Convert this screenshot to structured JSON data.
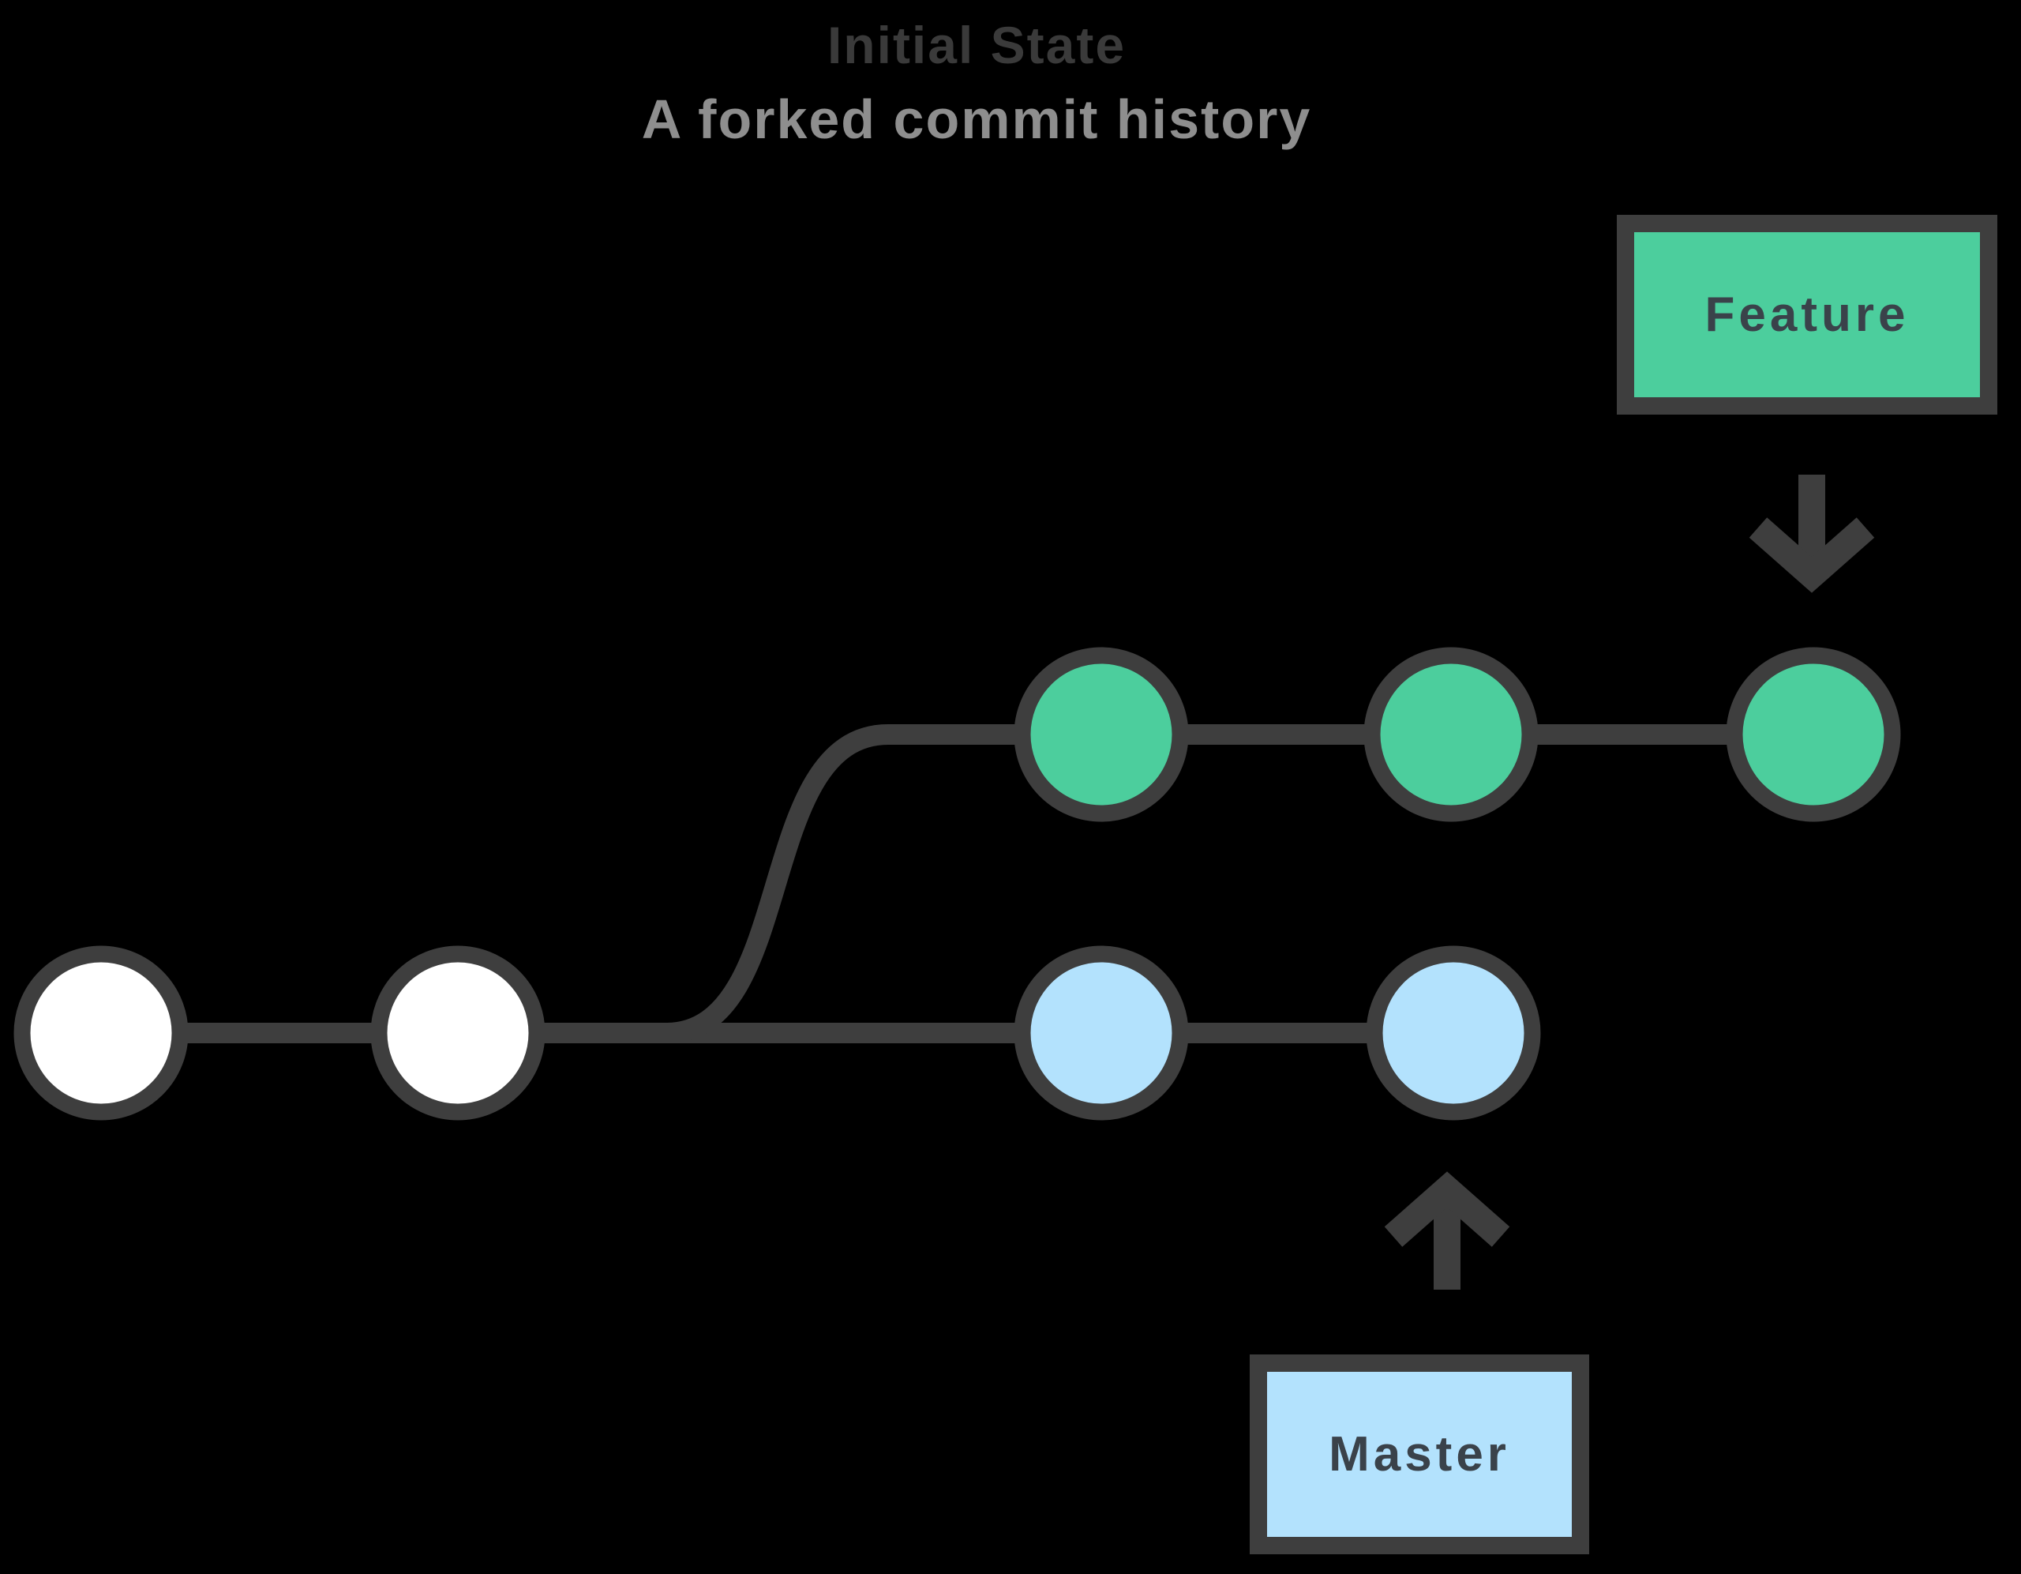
{
  "title": {
    "line1": "Initial State",
    "line2": "A forked commit history"
  },
  "labels": {
    "feature": "Feature",
    "master": "Master"
  },
  "branches": {
    "common": {
      "commit_count": 2,
      "node_color": "#ffffff"
    },
    "feature": {
      "name": "Feature",
      "commit_count": 3,
      "node_color": "#4cce9d"
    },
    "master": {
      "name": "Master",
      "commit_count": 2,
      "node_color": "#b3e2fd"
    }
  },
  "icons": {
    "feature_pointer": "down-arrow-icon",
    "master_pointer": "up-arrow-icon"
  },
  "colors": {
    "background": "#000000",
    "stroke_dark": "#3e3e3e",
    "green": "#4cce9d",
    "blue": "#b3e2fd",
    "white": "#ffffff",
    "title_primary": "#3a3a3a",
    "title_secondary": "#8e8e8e",
    "label_text": "#3a424a"
  }
}
